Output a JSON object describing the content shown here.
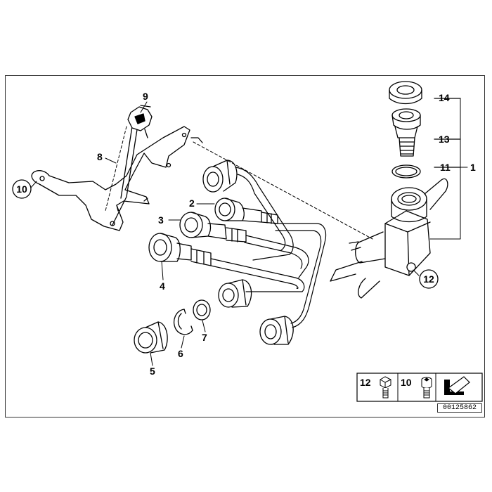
{
  "callouts": {
    "c1": "1",
    "c2": "2",
    "c3": "3",
    "c4": "4",
    "c5": "5",
    "c6": "6",
    "c7": "7",
    "c8": "8",
    "c9": "9",
    "c10": "10",
    "c11": "11",
    "c12": "12",
    "c13": "13",
    "c14": "14"
  },
  "legend": {
    "item_a": "12",
    "item_b": "10"
  },
  "document_number": "00125862"
}
